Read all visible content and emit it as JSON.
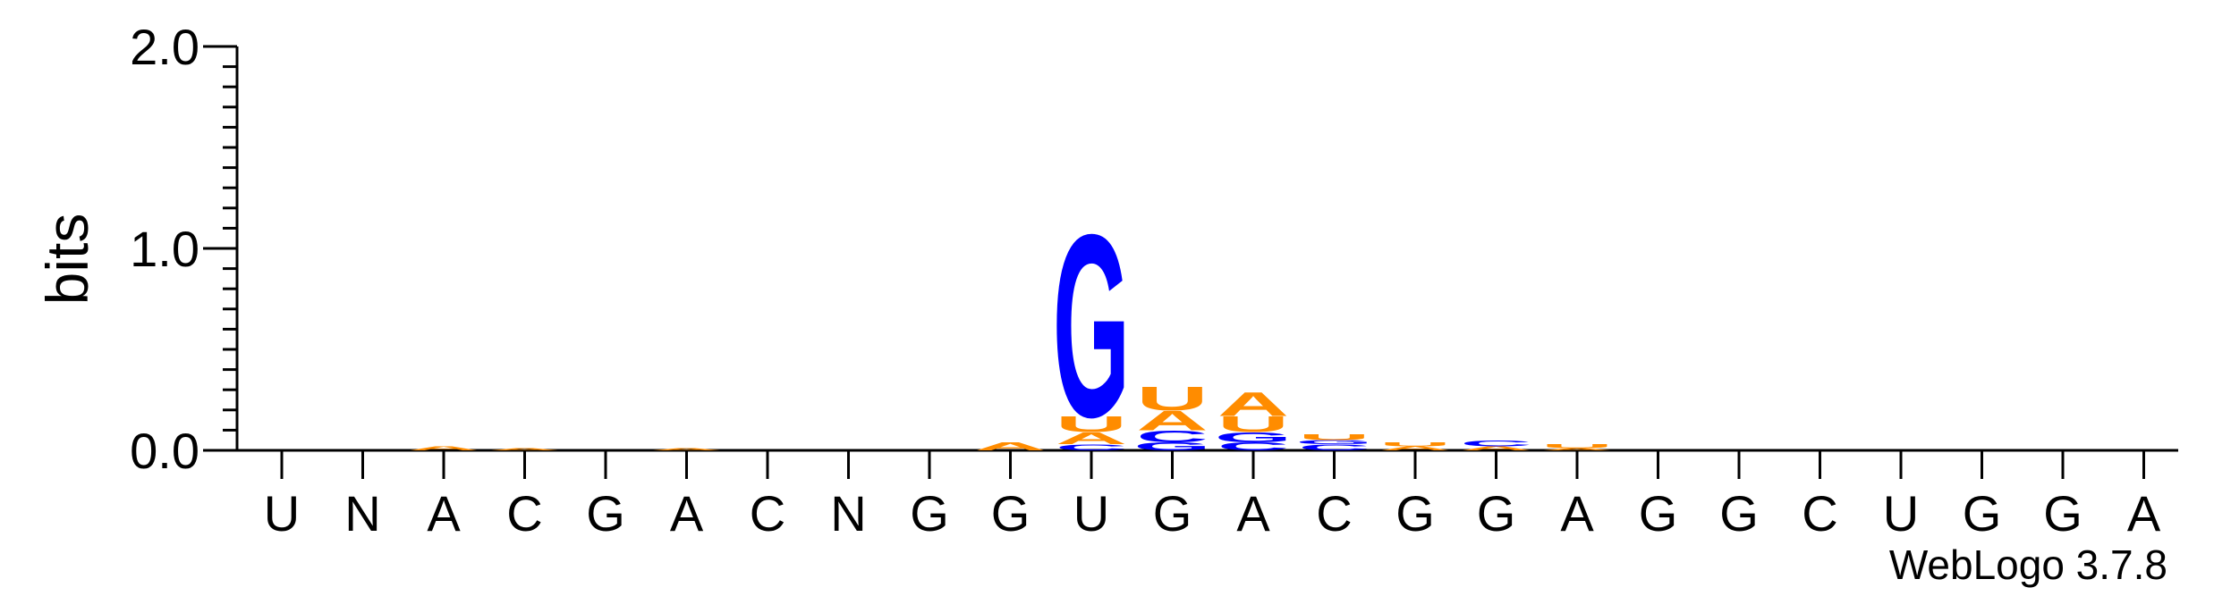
{
  "chart_data": {
    "type": "sequence-logo",
    "ylabel": "bits",
    "ylim": [
      0,
      2.0
    ],
    "yticks": [
      "0.0",
      "1.0",
      "2.0"
    ],
    "y_minor_step": 0.1,
    "positions": [
      "U",
      "N",
      "A",
      "C",
      "G",
      "A",
      "C",
      "N",
      "G",
      "G",
      "U",
      "G",
      "A",
      "C",
      "G",
      "G",
      "A",
      "G",
      "G",
      "C",
      "U",
      "G",
      "G",
      "A"
    ],
    "colors": {
      "A": "#ff8c00",
      "U": "#ff8c00",
      "G": "#0000ff",
      "C": "#0000ff"
    },
    "stacks": [
      {
        "pos": 1,
        "letters": []
      },
      {
        "pos": 2,
        "letters": []
      },
      {
        "pos": 3,
        "letters": [
          {
            "base": "A",
            "bits": 0.02
          }
        ]
      },
      {
        "pos": 4,
        "letters": [
          {
            "base": "A",
            "bits": 0.01
          }
        ]
      },
      {
        "pos": 5,
        "letters": []
      },
      {
        "pos": 6,
        "letters": [
          {
            "base": "A",
            "bits": 0.01
          }
        ]
      },
      {
        "pos": 7,
        "letters": []
      },
      {
        "pos": 8,
        "letters": []
      },
      {
        "pos": 9,
        "letters": []
      },
      {
        "pos": 10,
        "letters": [
          {
            "base": "A",
            "bits": 0.04
          }
        ]
      },
      {
        "pos": 11,
        "letters": [
          {
            "base": "C",
            "bits": 0.03
          },
          {
            "base": "A",
            "bits": 0.06
          },
          {
            "base": "U",
            "bits": 0.08
          },
          {
            "base": "G",
            "bits": 0.93
          }
        ]
      },
      {
        "pos": 12,
        "letters": [
          {
            "base": "G",
            "bits": 0.04
          },
          {
            "base": "C",
            "bits": 0.06
          },
          {
            "base": "A",
            "bits": 0.1
          },
          {
            "base": "U",
            "bits": 0.12
          }
        ]
      },
      {
        "pos": 13,
        "letters": [
          {
            "base": "C",
            "bits": 0.04
          },
          {
            "base": "G",
            "bits": 0.05
          },
          {
            "base": "U",
            "bits": 0.08
          },
          {
            "base": "A",
            "bits": 0.12
          }
        ]
      },
      {
        "pos": 14,
        "letters": [
          {
            "base": "C",
            "bits": 0.03
          },
          {
            "base": "G",
            "bits": 0.02
          },
          {
            "base": "U",
            "bits": 0.03
          }
        ]
      },
      {
        "pos": 15,
        "letters": [
          {
            "base": "A",
            "bits": 0.02
          },
          {
            "base": "U",
            "bits": 0.02
          }
        ]
      },
      {
        "pos": 16,
        "letters": [
          {
            "base": "A",
            "bits": 0.02
          },
          {
            "base": "C",
            "bits": 0.03
          }
        ]
      },
      {
        "pos": 17,
        "letters": [
          {
            "base": "A",
            "bits": 0.01
          },
          {
            "base": "U",
            "bits": 0.02
          }
        ]
      },
      {
        "pos": 18,
        "letters": []
      },
      {
        "pos": 19,
        "letters": []
      },
      {
        "pos": 20,
        "letters": []
      },
      {
        "pos": 21,
        "letters": []
      },
      {
        "pos": 22,
        "letters": []
      },
      {
        "pos": 23,
        "letters": []
      },
      {
        "pos": 24,
        "letters": []
      }
    ],
    "footer": "WebLogo 3.7.8"
  }
}
